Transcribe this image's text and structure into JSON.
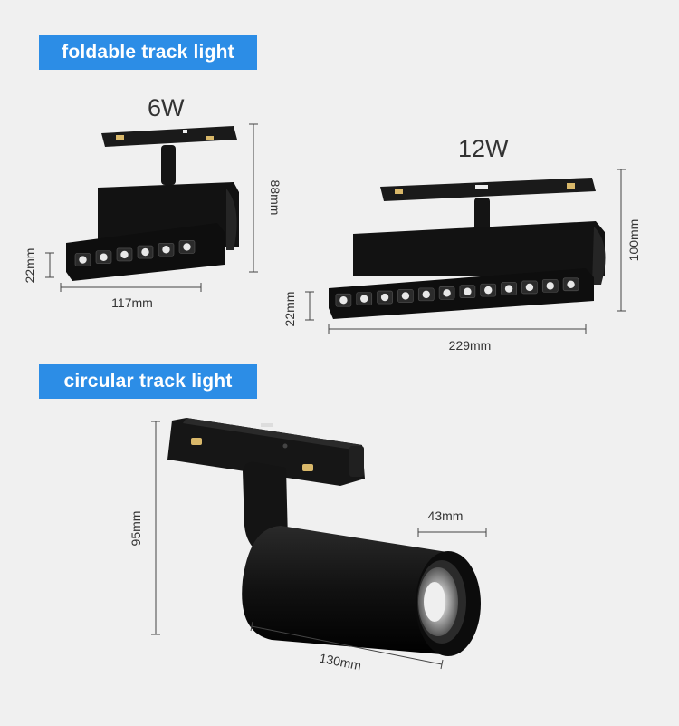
{
  "sections": {
    "foldable": {
      "title": "foldable track light",
      "products": [
        {
          "wattage": "6W",
          "dimensions": {
            "height": "88mm",
            "head_height": "22mm",
            "length": "117mm"
          }
        },
        {
          "wattage": "12W",
          "dimensions": {
            "height": "100mm",
            "head_height": "22mm",
            "length": "229mm"
          }
        }
      ]
    },
    "circular": {
      "title": "circular track light",
      "dimensions": {
        "height": "95mm",
        "diameter": "43mm",
        "length": "130mm"
      }
    }
  },
  "colors": {
    "banner": "#2c8de6",
    "background": "#f0f0f0",
    "fixture": "#1a1a1a",
    "dimension_line": "#444444"
  }
}
